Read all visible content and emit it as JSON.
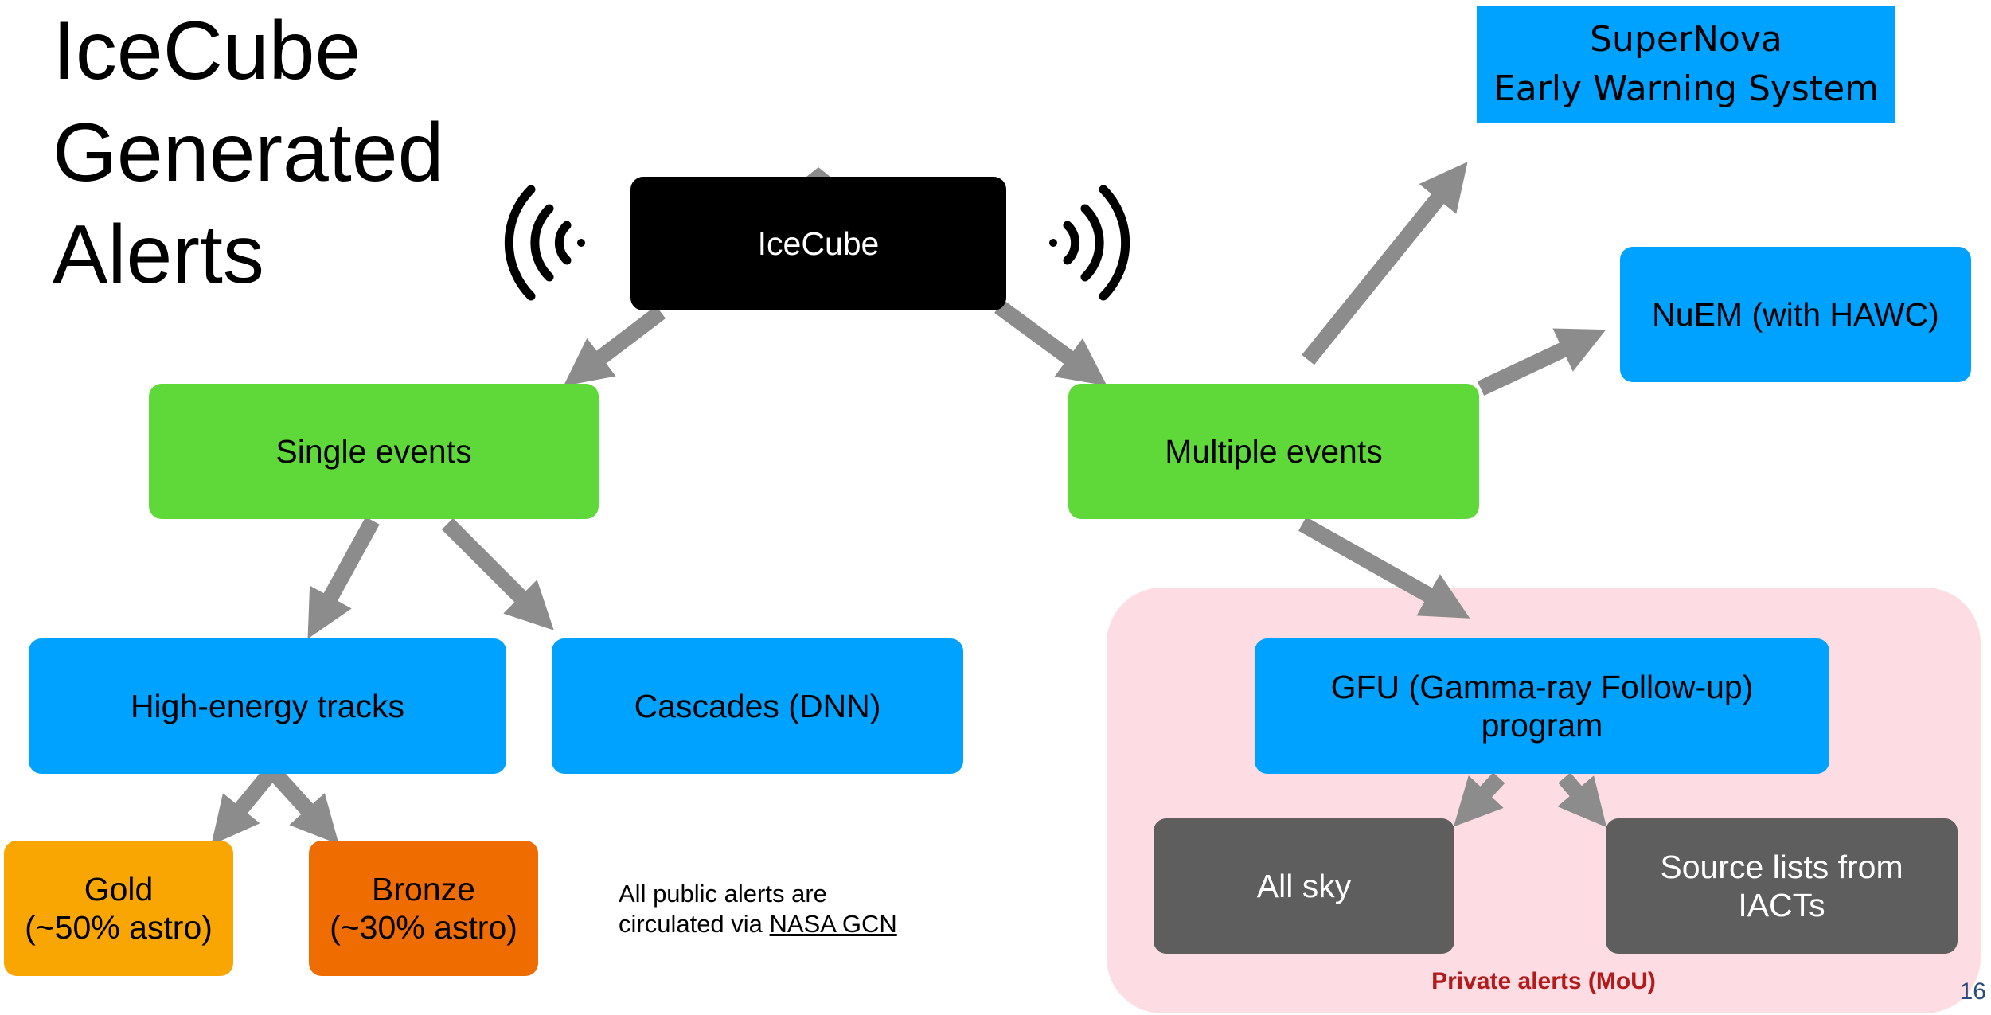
{
  "title": [
    "IceCube",
    "Generated",
    "Alerts"
  ],
  "nodes": {
    "icecube": "IceCube",
    "single_events": "Single events",
    "multiple_events": "Multiple events",
    "high_energy_tracks": "High-energy tracks",
    "cascades": "Cascades (DNN)",
    "gold": [
      "Gold",
      "(~50% astro)"
    ],
    "bronze": [
      "Bronze",
      "(~30% astro)"
    ],
    "supernova": [
      "SuperNova",
      "Early Warning System"
    ],
    "nuem": "NuEM (with HAWC)",
    "gfu": [
      "GFU (Gamma-ray Follow-up)",
      "program"
    ],
    "all_sky": "All sky",
    "source_lists": [
      "Source lists from",
      "IACTs"
    ]
  },
  "private_alerts_label": "Private alerts (MoU)",
  "note": {
    "line1": "All public alerts are",
    "line2_prefix": "circulated via ",
    "line2_link": "NASA GCN"
  },
  "page_number": "16",
  "colors": {
    "arrow": "#8c8c8c",
    "green": "#5fd93a",
    "blue": "#00a2ff",
    "gold": "#f9a603",
    "bronze": "#ef6c00",
    "gray": "#5e5e5e",
    "private_bg": "#fddde3",
    "private_text": "#b31b1b"
  }
}
